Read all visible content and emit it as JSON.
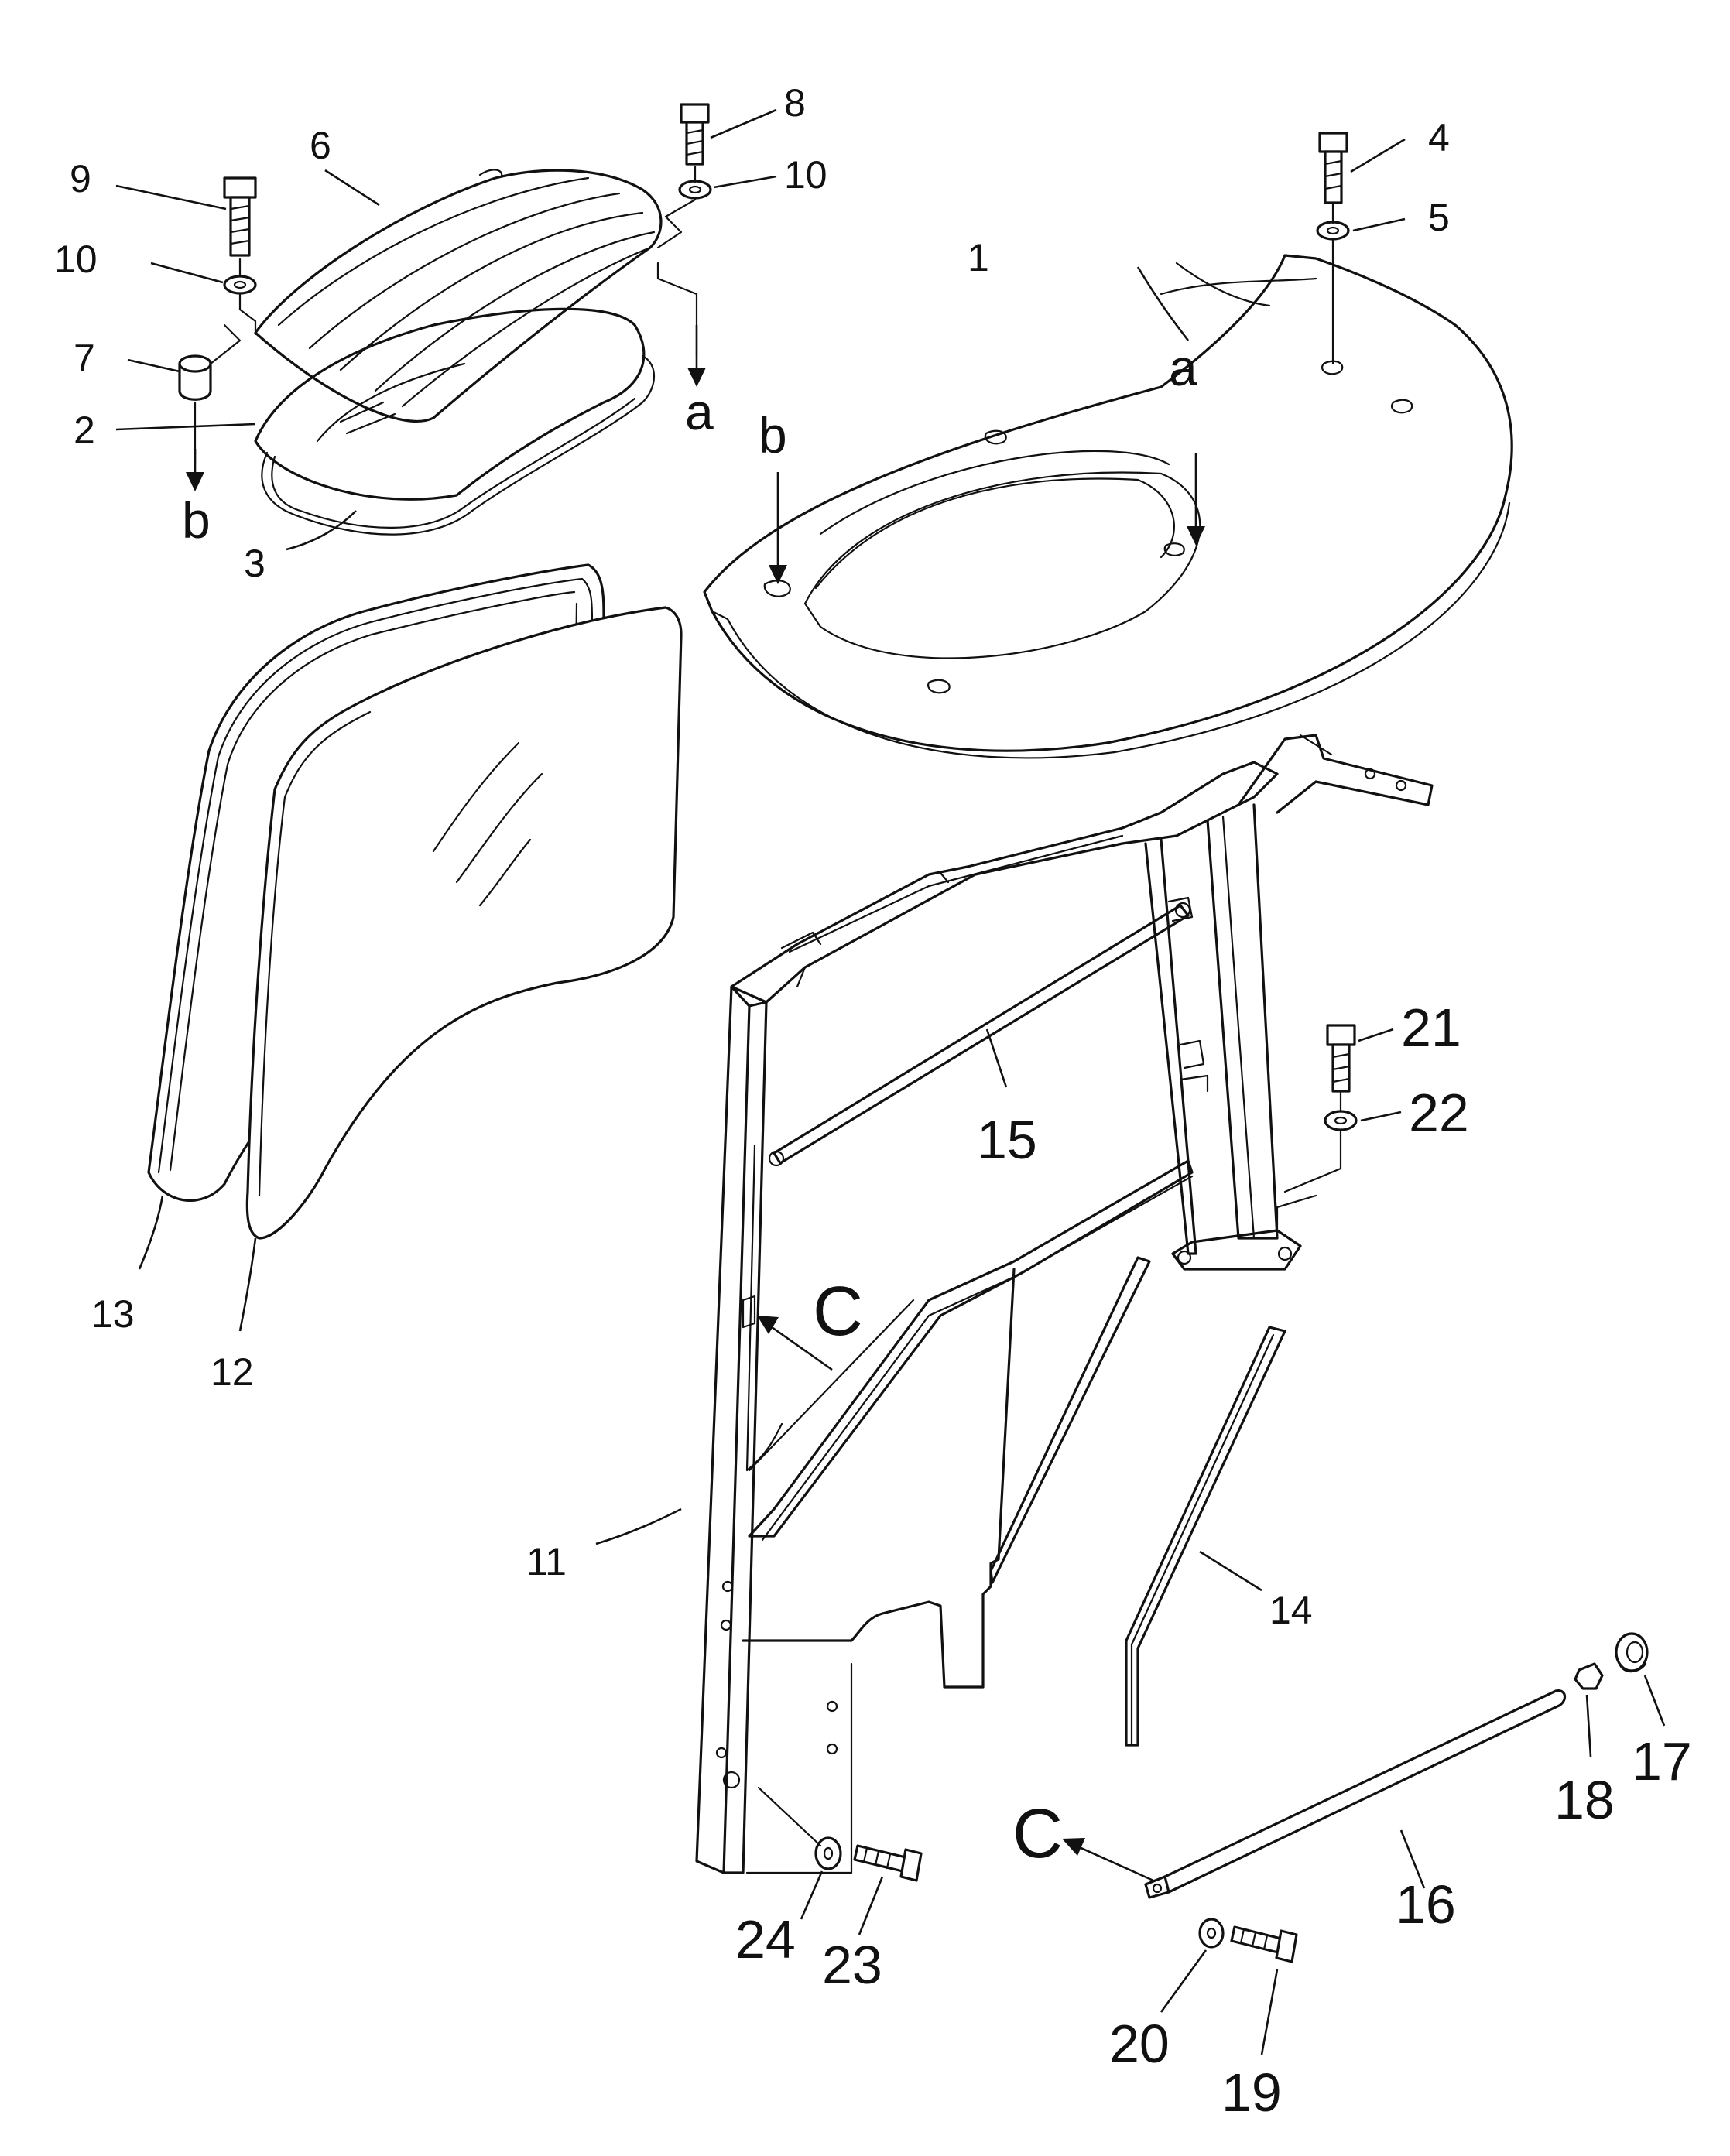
{
  "callouts": {
    "n1": "1",
    "n2": "2",
    "n3": "3",
    "n4": "4",
    "n5": "5",
    "n6": "6",
    "n7": "7",
    "n8": "8",
    "n9": "9",
    "n10a": "10",
    "n10b": "10",
    "n11": "11",
    "n12": "12",
    "n13": "13",
    "n14": "14",
    "n15": "15",
    "n16": "16",
    "n17": "17",
    "n18": "18",
    "n19": "19",
    "n20": "20",
    "n21": "21",
    "n22": "22",
    "n23": "23",
    "n24": "24"
  },
  "reference_letters": {
    "a_left": "a",
    "a_right": "a",
    "b_left": "b",
    "b_right": "b",
    "c_upper": "C",
    "c_lower": "C"
  }
}
